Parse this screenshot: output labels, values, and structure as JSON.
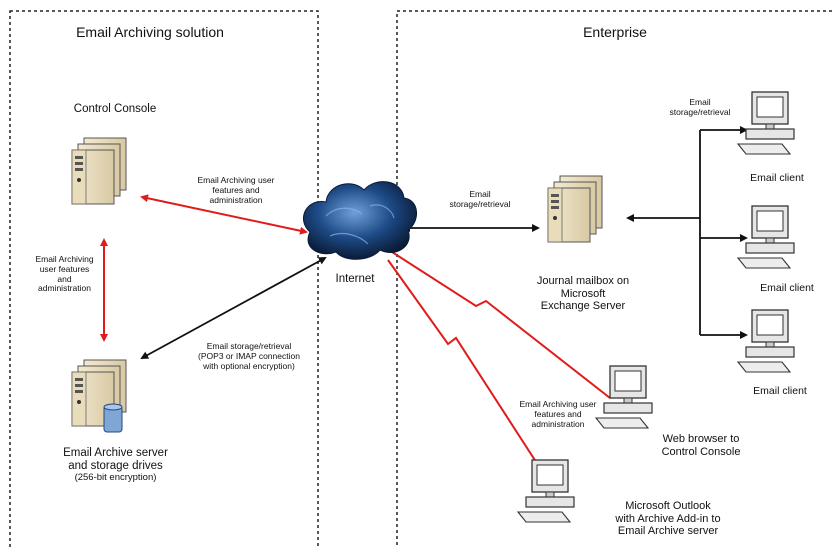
{
  "panels": {
    "left_title": "Email Archiving solution",
    "right_title": "Enterprise"
  },
  "nodes": {
    "control_console": "Control Console",
    "archive_server_line1": "Email Archive server",
    "archive_server_line2": "and storage drives",
    "archive_server_line3": "(256-bit encryption)",
    "internet": "Internet",
    "journal_line1": "Journal mailbox on",
    "journal_line2": "Microsoft",
    "journal_line3": "Exchange Server",
    "email_client": "Email client",
    "web_browser_line1": "Web browser to",
    "web_browser_line2": "Control Console",
    "outlook_line1": "Microsoft Outlook",
    "outlook_line2": "with Archive Add-in to",
    "outlook_line3": "Email Archive server"
  },
  "edge_labels": {
    "features_line1": "Email Archiving user",
    "features_line2": "features and",
    "features_line3": "administration",
    "vertical_line1": "Email Archiving",
    "vertical_line2": "user features",
    "vertical_line3": "and",
    "vertical_line4": "administration",
    "storage_retrieval_line1": "Email storage/retrieval",
    "storage_retrieval_line2": "(POP3 or IMAP connection",
    "storage_retrieval_line3": "with optional encryption)",
    "email_line1": "Email",
    "email_line2": "storage/retrieval",
    "web_features_line1": "Email Archiving user",
    "web_features_line2": "features and",
    "web_features_line3": "administration"
  },
  "colors": {
    "red_link": "#e01b1b",
    "black_link": "#111111",
    "cloud": "#1a3a66"
  }
}
